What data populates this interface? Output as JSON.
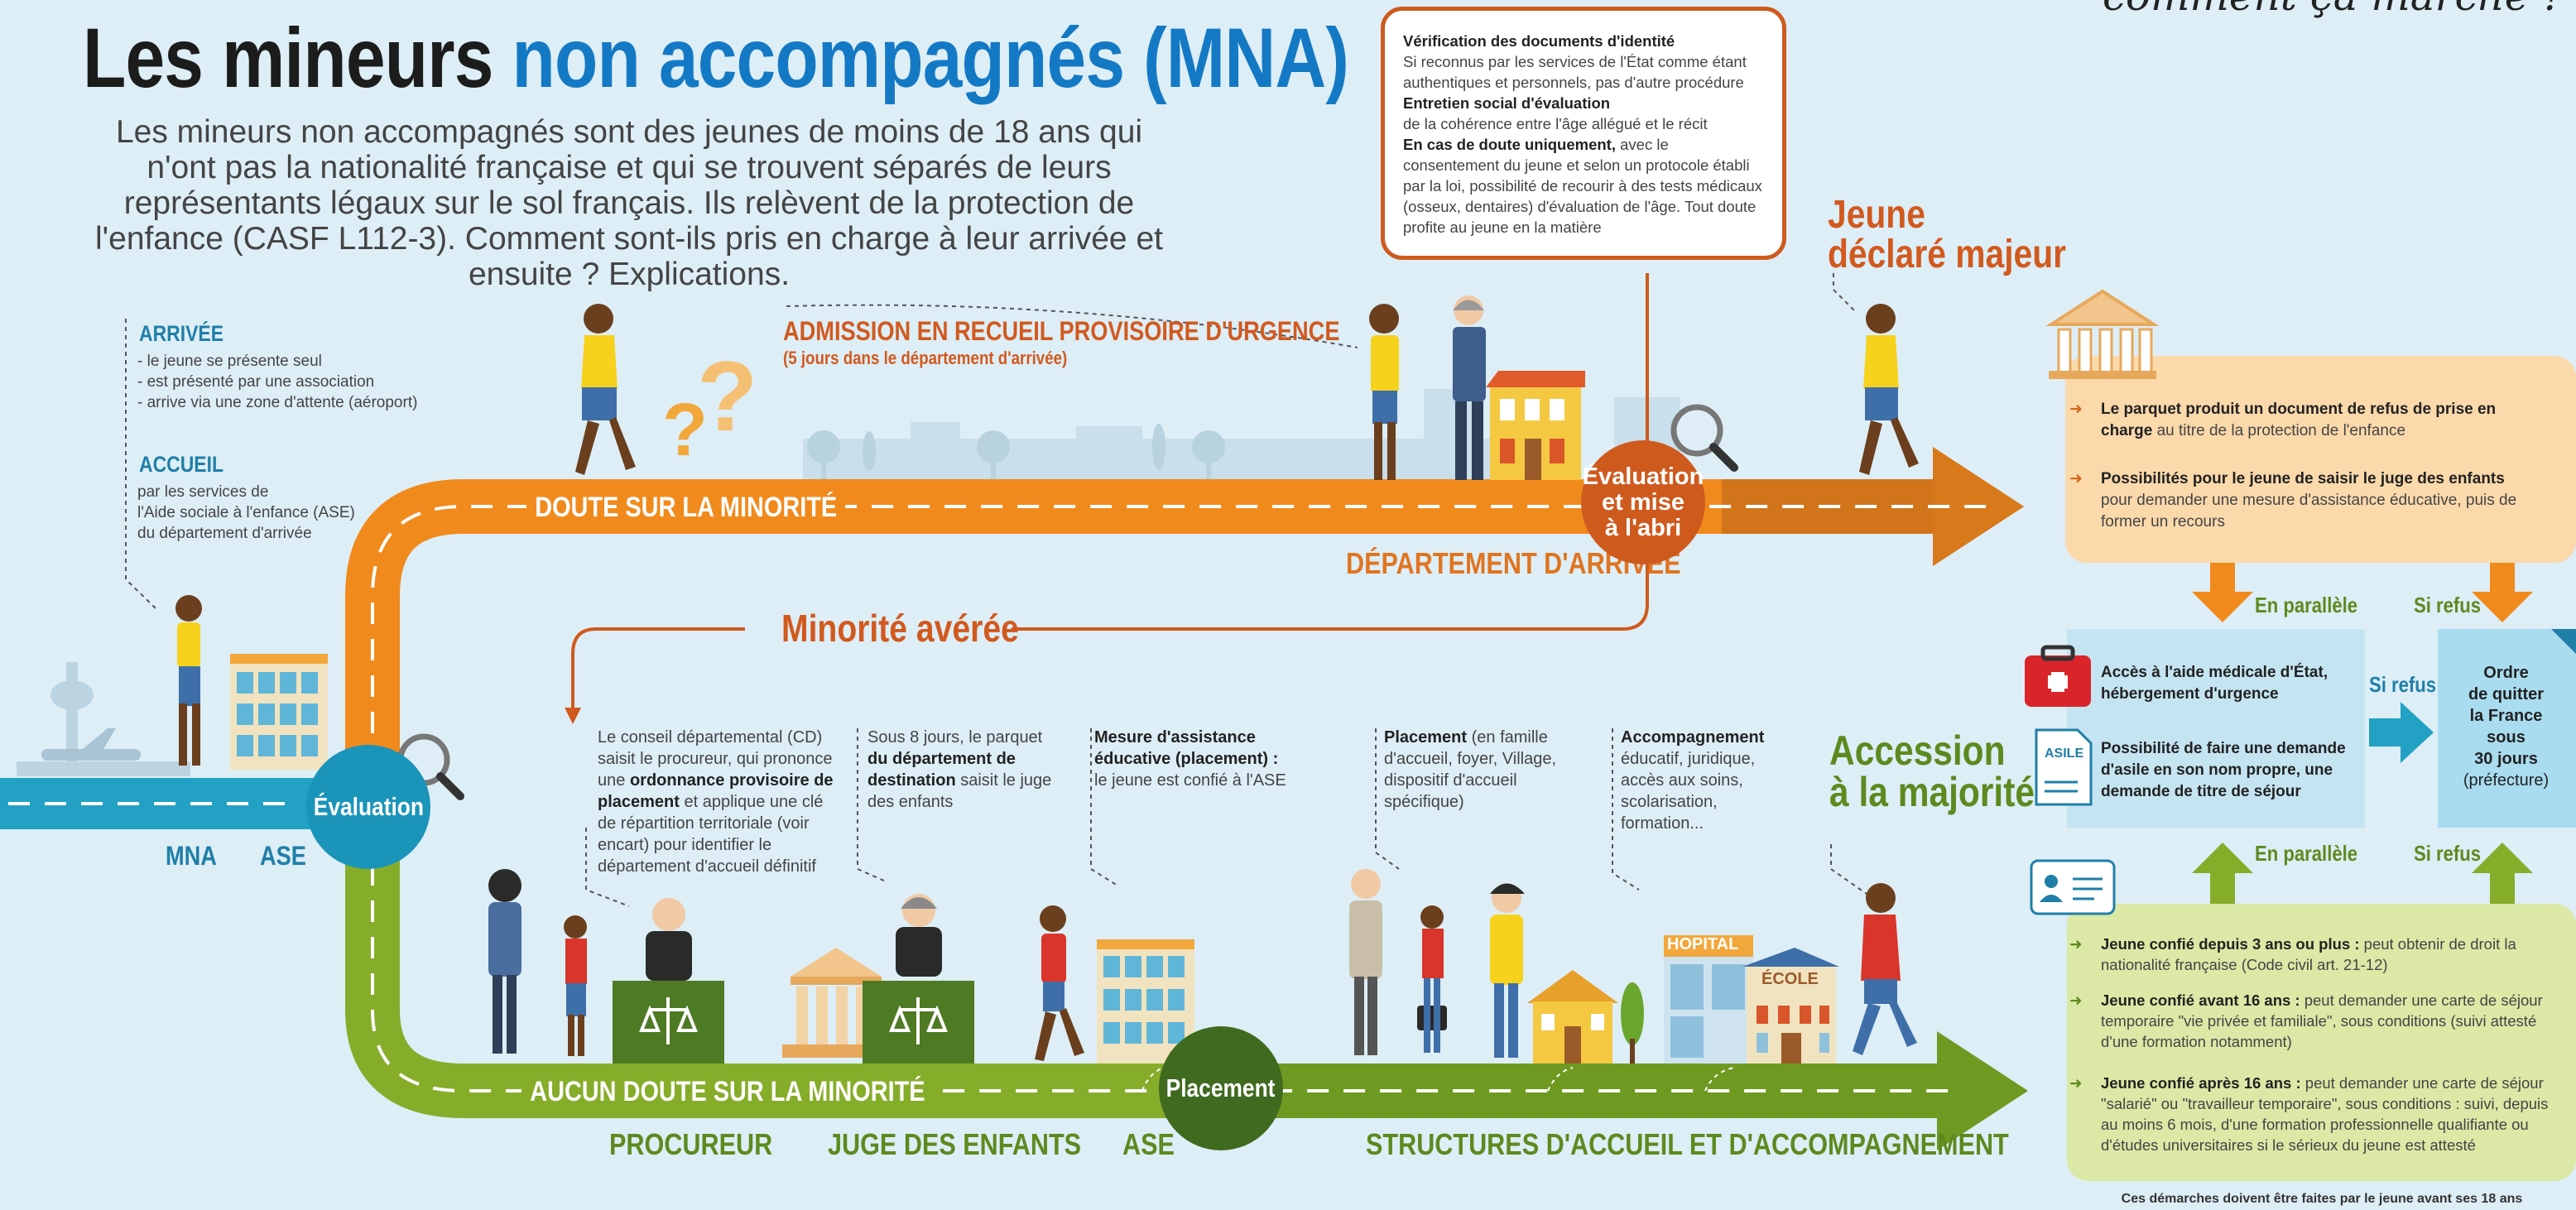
{
  "title": {
    "part1": "Les mineurs ",
    "part2": "non accompagnés (MNA)"
  },
  "intro": "Les mineurs non accompagnés sont des jeunes de moins de 18 ans qui n'ont pas la nationalité française et qui se trouvent séparés de leurs représentants légaux sur le sol français. Ils relèvent de la protection de l'enfance (CASF L112-3). Comment sont-ils pris en charge à leur arrivée et ensuite ? Explications.",
  "corner_text": "comment ça marche ?",
  "arrivee": {
    "heading": "ARRIVÉE",
    "lines": [
      "- le jeune se présente seul",
      "- est présenté par une association",
      "- arrive via une zone d'attente (aéroport)"
    ]
  },
  "accueil": {
    "heading": "ACCUEIL",
    "lines": [
      "par les services de",
      "l'Aide sociale à l'enfance (ASE)",
      "du département d'arrivée"
    ]
  },
  "left_labels": {
    "mna": "MNA",
    "ase": "ASE",
    "evaluation": "Évaluation"
  },
  "top_path": {
    "doute": "DOUTE SUR LA MINORITÉ",
    "admission_title": "ADMISSION EN RECUEIL PROVISOIRE D'URGENCE",
    "admission_sub": "(5 jours dans le département d'arrivée)",
    "departement": "DÉPARTEMENT D'ARRIVÉE",
    "eval_mise": [
      "Évaluation",
      "et mise",
      "à l'abri"
    ],
    "jeune_majeur": [
      "Jeune",
      "déclaré majeur"
    ],
    "minorite": "Minorité avérée"
  },
  "verif_box": {
    "l1_bold": "Vérification des documents d'identité",
    "l1": "Si reconnus par les services de l'État comme étant authentiques et personnels, pas d'autre procédure",
    "l2_bold": "Entretien social d'évaluation",
    "l2": "de la cohérence entre l'âge allégué et le récit",
    "l3_bold": "En cas de doute uniquement,",
    "l3": " avec le consentement du jeune et selon un protocole établi par la loi, possibilité de recourir à des tests médicaux (osseux, dentaires) d'évaluation de l'âge. Tout doute profite au jeune en la matière"
  },
  "bottom_path": {
    "aucun_doute": "AUCUN DOUTE SUR LA MINORITÉ",
    "placement": "Placement",
    "labels": [
      "PROCUREUR",
      "JUGE DES ENFANTS",
      "ASE",
      "STRUCTURES D'ACCUEIL ET D'ACCOMPAGNEMENT"
    ],
    "accession": [
      "Accession",
      "à la majorité"
    ],
    "hopital": "HOPITAL",
    "ecole": "ÉCOLE"
  },
  "steps": {
    "cd": {
      "pre": "Le conseil départemental (CD) saisit le procureur, qui prononce une ",
      "bold": "ordonnance provisoire de placement",
      "post": " et applique une clé de répartition territoriale (voir encart) pour identifier le département d'accueil définitif"
    },
    "parquet": {
      "pre": "Sous 8 jours, le parquet ",
      "bold": "du département de destination",
      "post": " saisit le juge des enfants"
    },
    "mesure": {
      "bold": "Mesure d'assistance éducative (placement) :",
      "post": " le jeune est confié à l'ASE"
    },
    "placement": {
      "bold": "Placement",
      "post": " (en famille d'accueil, foyer, Village, dispositif d'accueil spécifique)"
    },
    "accomp": {
      "bold": "Accompagnement",
      "post": " éducatif, juridique, accès aux soins, scolarisation, formation..."
    }
  },
  "right_panel": {
    "parquet1_bold": "Le parquet produit un document de refus de prise en charge",
    "parquet1": " au titre de la protection de l'enfance",
    "parquet2_bold": "Possibilités pour le jeune de saisir le juge des enfants",
    "parquet2": " pour demander une mesure d'assistance éducative, puis de former un recours",
    "en_parallele_1": "En parallèle",
    "si_refus_1": "Si refus",
    "acces_bold": "Accès à l'aide médicale d'État, hébergement d'urgence",
    "asile_bold": "Possibilité de faire une demande d'asile en son nom propre, une demande de titre de séjour",
    "asile_icon": "ASILE",
    "si_refus_mid": "Si refus",
    "ordre": [
      "Ordre",
      "de quitter",
      "la France",
      "sous",
      "30 jours"
    ],
    "prefecture": "(préfecture)",
    "en_parallele_2": "En parallèle",
    "si_refus_2": "Si refus",
    "g1_bold": "Jeune confié depuis 3 ans ou plus :",
    "g1": " peut obtenir de droit la nationalité française (Code civil art. 21-12)",
    "g2_bold": "Jeune confié avant 16 ans :",
    "g2": " peut demander une carte de séjour temporaire \"vie privée et familiale\", sous conditions (suivi attesté d'une formation notamment)",
    "g3_bold": "Jeune confié après 16 ans :",
    "g3": " peut demander une carte de séjour \"salarié\" ou \"travailleur temporaire\", sous conditions : suivi, depuis au moins 6 mois, d'une formation professionnelle qualifiante ou d'études universitaires si le sérieux du jeune est attesté",
    "footer": "Ces démarches doivent être faites par le jeune avant ses 18 ans"
  },
  "colors": {
    "orange": "#f18a1c",
    "green": "#86ad2a",
    "blue": "#22a1c4",
    "dark_orange": "#cf5a1e",
    "dark_green": "#557f1e"
  }
}
